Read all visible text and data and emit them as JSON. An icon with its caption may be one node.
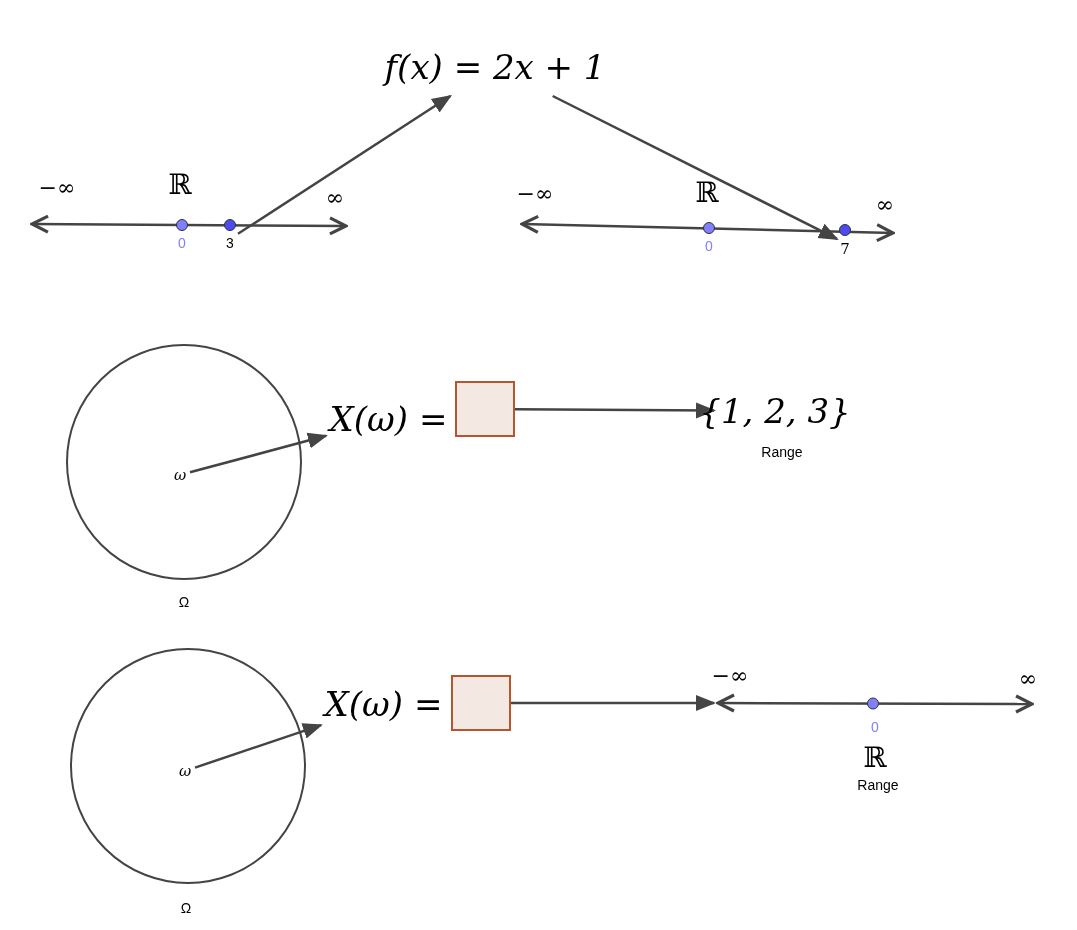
{
  "diagram": {
    "nodes": [
      {
        "text": [
          "3"
        ]
      },
      {
        "text": [
          "f(x) = 2x + 1"
        ]
      },
      {
        "text": [
          "7"
        ]
      },
      {
        "text": [],
        "shape": "circle",
        "beside": [
          "Ω"
        ]
      },
      {
        "text": [
          "ω"
        ],
        "in": 3
      },
      {
        "text": [
          "X(ω) ="
        ]
      },
      {
        "text": [],
        "shape": "box"
      },
      {
        "text": [
          "{1, 2, 3}"
        ],
        "beside": [
          "Range"
        ]
      },
      {
        "text": [],
        "shape": "circle",
        "beside": [
          "Ω"
        ]
      },
      {
        "text": [
          "ω"
        ],
        "in": 8
      },
      {
        "text": [
          "X(ω) ="
        ]
      },
      {
        "text": [],
        "shape": "box"
      },
      {
        "text": [],
        "shape": "line"
      },
      {
        "text": [
          "0"
        ]
      },
      {
        "text": [
          "0"
        ]
      }
    ],
    "edges": [
      {
        "from": 0,
        "to": 1,
        "arrow": "to"
      },
      {
        "from": 1,
        "to": 2,
        "arrow": "to"
      },
      {
        "from": 4,
        "to": 5,
        "arrow": "to"
      },
      {
        "from": 6,
        "to": 7,
        "arrow": "to"
      },
      {
        "from": 9,
        "to": 10,
        "arrow": "to"
      },
      {
        "from": 11,
        "to": 12,
        "arrow": "to"
      }
    ],
    "labels": [
      "−∞",
      "ℝ",
      "∞",
      "−∞",
      "ℝ",
      "∞",
      "−∞",
      "∞",
      "0",
      "ℝ",
      "Range"
    ]
  }
}
